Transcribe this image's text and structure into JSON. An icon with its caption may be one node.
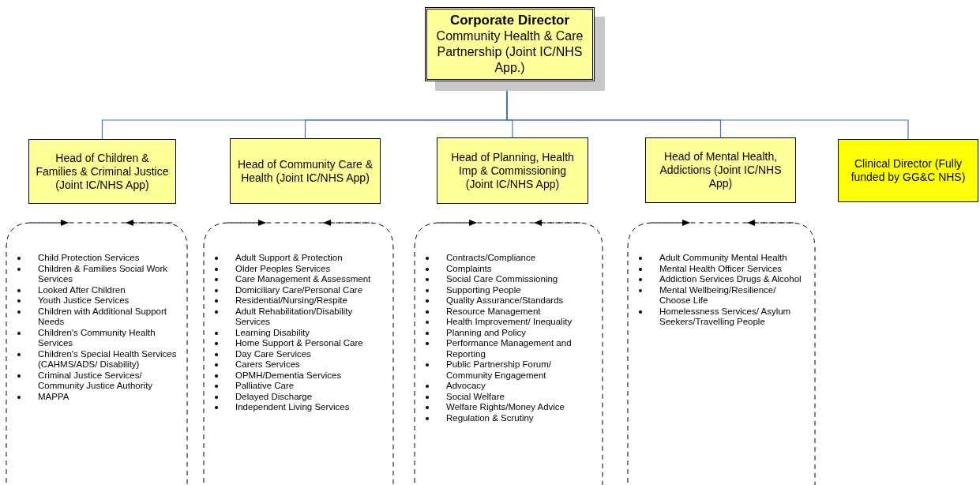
{
  "diagram": {
    "nodes": [
      {
        "text": [
          "Corporate Director",
          "Community Health & Care Partnership (Joint IC/NHS App.)"
        ]
      },
      {
        "text": [
          "Head of Children & Families & Criminal Justice (Joint IC/NHS App)"
        ]
      },
      {
        "text": [
          "Head of Community Care & Health (Joint IC/NHS App)"
        ]
      },
      {
        "text": [
          "Head of Planning, Health Imp & Commissioning (Joint IC/NHS App)"
        ]
      },
      {
        "text": [
          "Head of Mental Health, Addictions (Joint IC/NHS App)"
        ]
      },
      {
        "text": [
          "Clinical Director (Fully funded by GG&C NHS)"
        ]
      },
      {
        "text": [
          "Child Protection Services",
          "Children & Families Social Work Services",
          "Looked After Children",
          "Youth Justice Services",
          "Children with Additional Support Needs",
          "Children's Community Health Services",
          "Children's Special Health Services (CAHMS/ADS/ Disability)",
          "Criminal Justice Services/ Community Justice Authority",
          "MAPPA"
        ]
      },
      {
        "text": [
          "Adult Support & Protection",
          "Older Peoples Services",
          "Care Management & Assessment",
          "Domiciliary Care/Personal Care",
          "Residential/Nursing/Respite",
          "Adult Rehabilitation/Disability Services",
          "Learning Disability",
          "Home Support & Personal Care",
          "Day Care Services",
          "Carers Services",
          "OPMH/Dementia Services",
          "Palliative Care",
          "Delayed Discharge",
          "Independent Living Services"
        ]
      },
      {
        "text": [
          "Contracts/Compliance",
          "Complaints",
          "Social Care Commissioning",
          "Supporting People",
          "Quality Assurance/Standards",
          "Resource Management",
          "Health Improvement/ Inequality",
          "Planning and Policy",
          "Performance Management and Reporting",
          "Public Partnership Forum/ Community Engagement",
          "Advocacy",
          "Social Welfare",
          "Welfare Rights/Money Advice",
          "Regulation & Scrutiny"
        ]
      },
      {
        "text": [
          "Adult Community Mental Health",
          "Mental Health Officer Services",
          "Addiction Services Drugs & Alcohol",
          "Mental Wellbeing/Resilience/ Choose Life",
          "Homelessness Services/ Asylum Seekers/Travelling People"
        ]
      }
    ],
    "edges": [
      {
        "from": 0,
        "to": 1,
        "arrow": "none"
      },
      {
        "from": 0,
        "to": 2,
        "arrow": "none"
      },
      {
        "from": 0,
        "to": 3,
        "arrow": "none"
      },
      {
        "from": 0,
        "to": 4,
        "arrow": "none"
      },
      {
        "from": 0,
        "to": 5,
        "arrow": "none"
      }
    ]
  }
}
